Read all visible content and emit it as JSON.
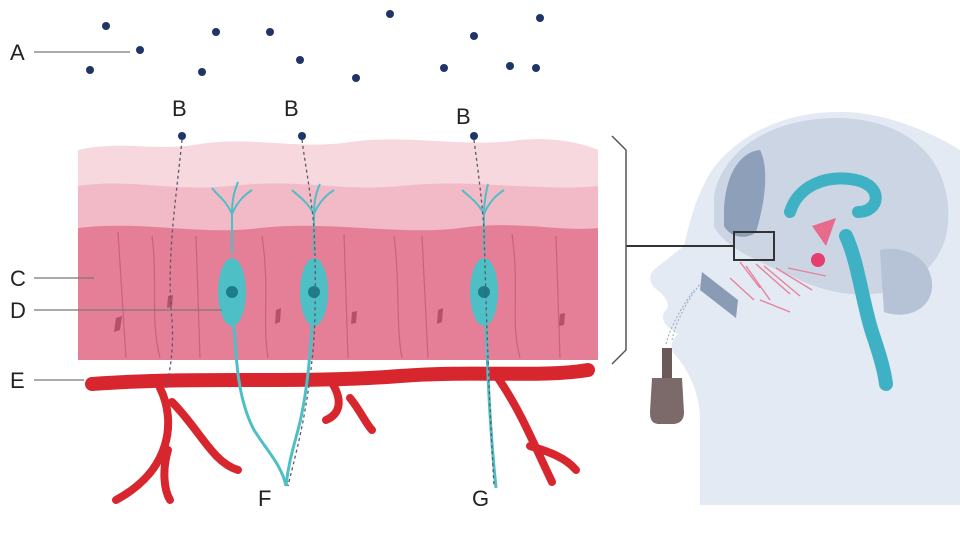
{
  "labels": {
    "a": "A",
    "b1": "B",
    "b2": "B",
    "b3": "B",
    "c": "C",
    "d": "D",
    "e": "E",
    "f": "F",
    "g": "G"
  },
  "colors": {
    "particle": "#1e3566",
    "mucus_top": "#f6d6dc",
    "mucus_mid": "#f0b9c4",
    "epithelium": "#e77d96",
    "neuron": "#4fbfc6",
    "blood_vessel": "#d7262e",
    "head": "#dde6f1",
    "brain": "#c4cedf",
    "brain_dark": "#8fa1bb",
    "spray_bottle": "#7a6a6a"
  },
  "icons": {
    "particles": "particle-dots",
    "neurons": "olfactory-neuron",
    "vessel": "blood-vessel",
    "head": "human-head-profile",
    "spray": "nasal-spray-bottle"
  }
}
